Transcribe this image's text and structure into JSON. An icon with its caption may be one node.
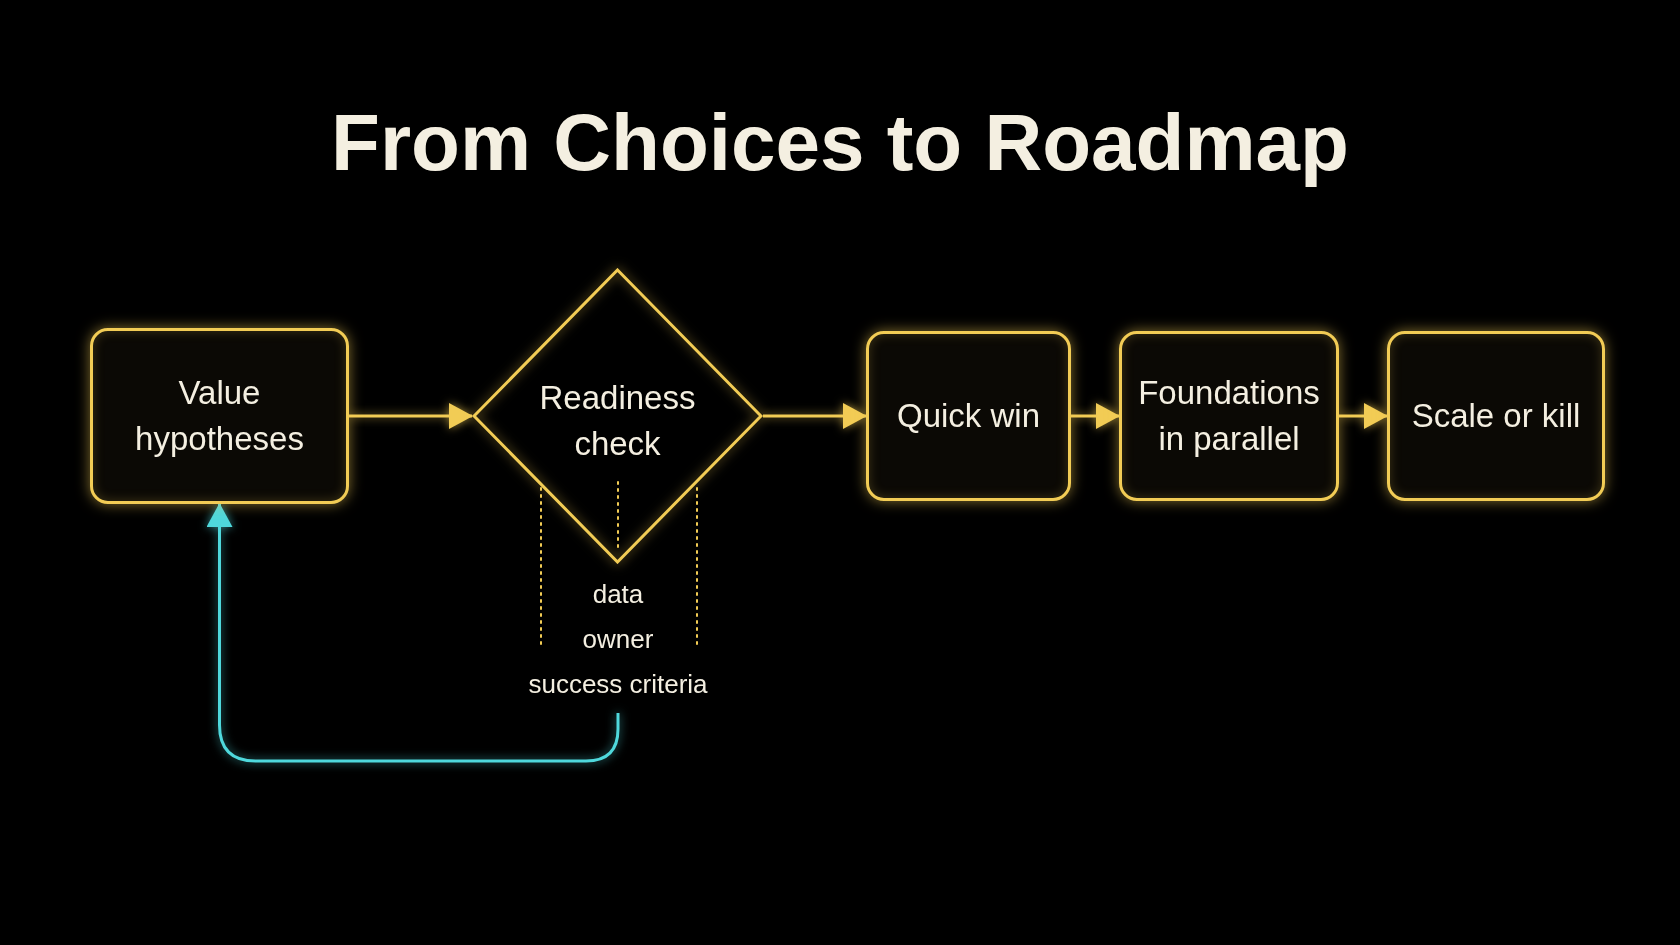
{
  "diagram": {
    "title": "From Choices to Roadmap",
    "nodes": [
      {
        "text": [
          "Value hypotheses"
        ]
      },
      {
        "text": [
          "Readiness check"
        ]
      },
      {
        "text": [
          "Quick win"
        ]
      },
      {
        "text": [
          "Foundations in parallel"
        ]
      },
      {
        "text": [
          "Scale or kill"
        ]
      },
      {
        "text": [
          "data",
          "owner",
          "success criteria"
        ]
      }
    ],
    "edges": [
      {
        "from": 0,
        "to": 1,
        "arrow": "to"
      },
      {
        "from": 1,
        "to": 2,
        "arrow": "to"
      },
      {
        "from": 2,
        "to": 3,
        "arrow": "to"
      },
      {
        "from": 3,
        "to": 4,
        "arrow": "to"
      },
      {
        "from": 5,
        "to": 0,
        "arrow": "to",
        "color": "#4fd8dc"
      }
    ]
  }
}
